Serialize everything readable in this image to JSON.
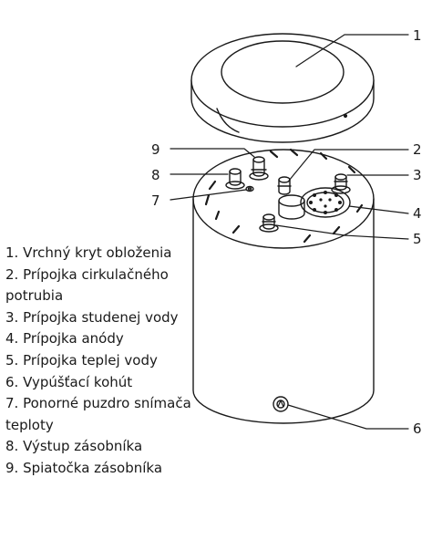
{
  "callouts": [
    {
      "number": "1",
      "target": "Vrchný kryt obloženia"
    },
    {
      "number": "2",
      "target": "Prípojka cirkulačného potrubia"
    },
    {
      "number": "3",
      "target": "Prípojka studenej vody"
    },
    {
      "number": "4",
      "target": "Prípojka anódy"
    },
    {
      "number": "5",
      "target": "Prípojka teplej vody"
    },
    {
      "number": "6",
      "target": "Vypúšťací kohút"
    },
    {
      "number": "7",
      "target": "Ponorné puzdro snímača teploty"
    },
    {
      "number": "8",
      "target": "Výstup zásobníka"
    },
    {
      "number": "9",
      "target": "Spiatočka zásobníka"
    }
  ],
  "legend": [
    "1. Vrchný kryt obloženia",
    "2. Prípojka cirkulačného potrubia",
    "3. Prípojka studenej vody",
    "4. Prípojka anódy",
    "5. Prípojka teplej vody",
    "6. Vypúšťací kohút",
    "7. Ponorné puzdro snímača teploty",
    "8. Výstup zásobníka",
    "9. Spiatočka zásobníka"
  ],
  "colors": {
    "line": "#1a1a1a",
    "background": "#ffffff"
  }
}
